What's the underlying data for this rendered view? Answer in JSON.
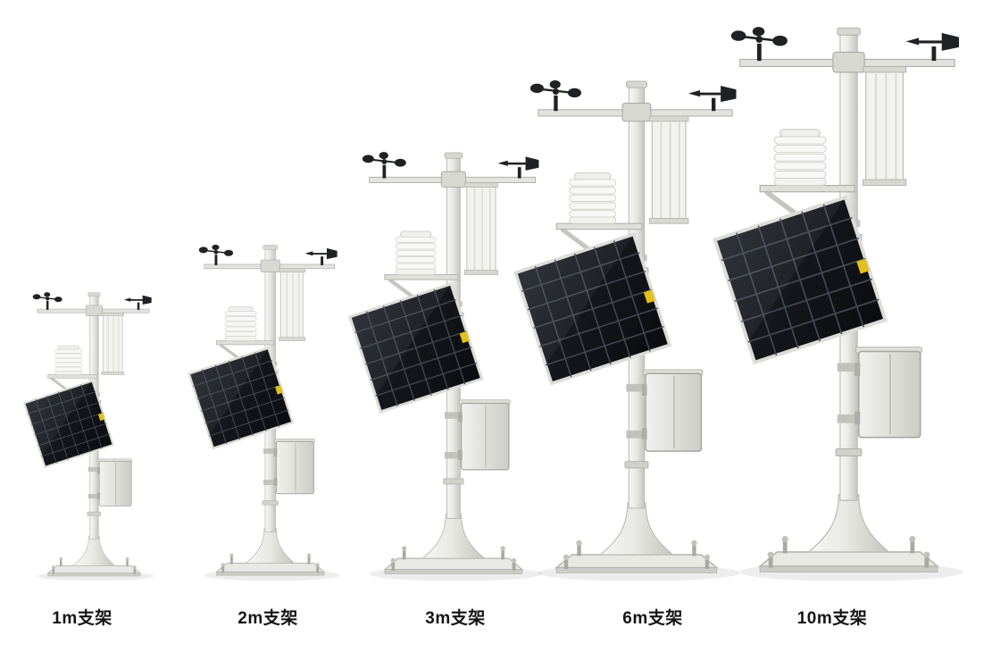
{
  "stage": {
    "background": "#ffffff",
    "description_visible_text_only": "five weather-station mounting poles of increasing height"
  },
  "stations": [
    {
      "label": "1m支架"
    },
    {
      "label": "2m支架"
    },
    {
      "label": "3m支架"
    },
    {
      "label": "6m支架"
    },
    {
      "label": "10m支架"
    }
  ],
  "colors": {
    "background": "#ffffff",
    "label_text": "#141414",
    "pole_light": "#f6f6f4",
    "pole_dark": "#c6c6c0",
    "panel_dark": "#101217",
    "panel_grid": "#454b57",
    "accent_yellow": "#e2bf1c",
    "metal_gray": "#d9d9d5",
    "sensor_black": "#202125"
  }
}
